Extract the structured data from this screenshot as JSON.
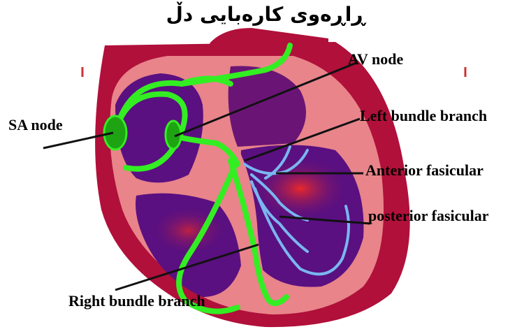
{
  "title": "ڕاڕەوی کارەبایی دڵ",
  "labels": {
    "sa_node": "SA node",
    "av_node": "AV node",
    "left_bundle_branch": "Left bundle branch",
    "anterior_fasicular": "Anterior fasicular",
    "posterior_fasicular": "posterior fasicular",
    "right_bundle_branch": "Right bundle branch"
  },
  "colors": {
    "heart_outer": "#b0103a",
    "heart_wall": "#e8848a",
    "chamber": "#5a1080",
    "conduction_green": "#33ee22",
    "purkinje_blue": "#7ab6f0",
    "leader_line": "#111111"
  }
}
